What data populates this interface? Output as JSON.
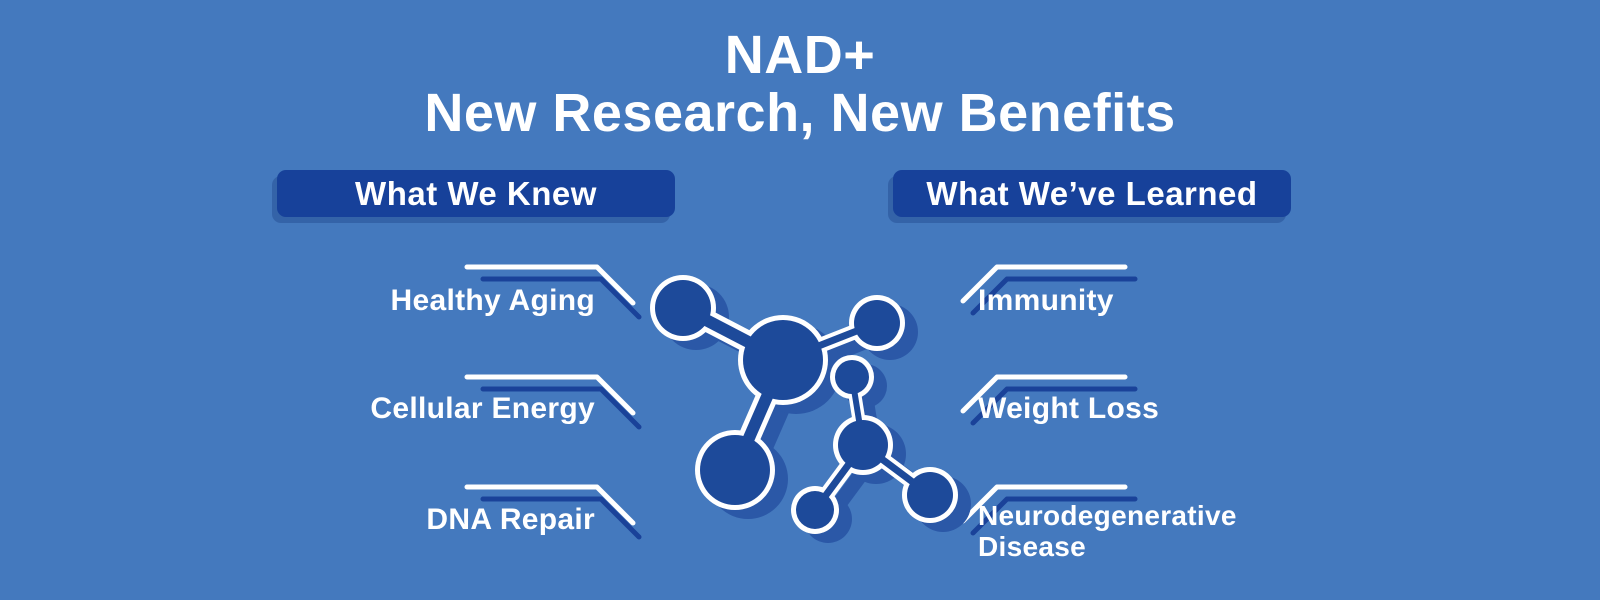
{
  "header": {
    "title_line1": "NAD+",
    "title_line2": "New Research, New Benefits"
  },
  "columns": {
    "left": {
      "heading": "What We Knew",
      "items": [
        "Healthy Aging",
        "Cellular Energy",
        "DNA Repair"
      ]
    },
    "right": {
      "heading": "What We’ve Learned",
      "items": [
        "Immunity",
        "Weight Loss",
        "Neurodegenerative Disease"
      ]
    }
  },
  "illustration": {
    "name": "nad-molecule-illustration",
    "atom_count": 8
  },
  "colors": {
    "background": "#4479be",
    "badge_fill": "#17419a",
    "text": "#ffffff",
    "molecule_fill": "#1d4a9a",
    "molecule_outline": "#ffffff",
    "molecule_shadow": "#2b58a7",
    "pointer_line_white": "#ffffff",
    "pointer_line_dark": "#1a4299"
  }
}
